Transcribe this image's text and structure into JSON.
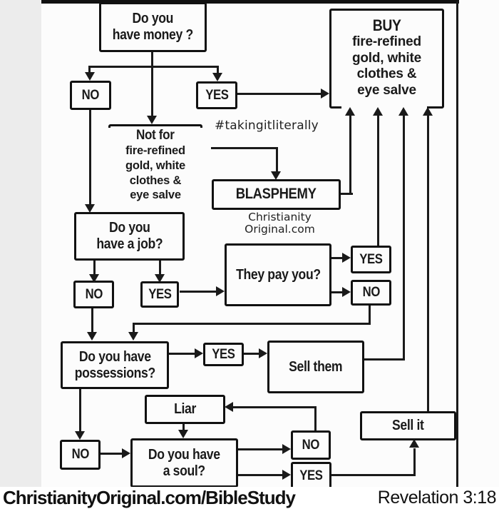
{
  "nodes": {
    "money": "Do you\nhave money ?",
    "money_no": "NO",
    "money_yes": "YES",
    "buy_title": "BUY",
    "buy_items": "fire-refined\ngold, white\nclothes &\neye salve",
    "notfor_title": "Not for",
    "notfor_items": "fire-refined\ngold, white\nclothes &\neye salve",
    "blasphemy": "BLASPHEMY",
    "job": "Do you\nhave a job?",
    "job_no": "NO",
    "job_yes": "YES",
    "pay": "They pay you?",
    "pay_yes": "YES",
    "pay_no": "NO",
    "possessions": "Do you have\npossessions?",
    "possessions_yes": "YES",
    "sell_them": "Sell them",
    "liar": "Liar",
    "possessions_no": "NO",
    "soul": "Do you have\na soul?",
    "soul_no": "NO",
    "soul_yes": "YES",
    "sell_it": "Sell it"
  },
  "annotations": {
    "hashtag": "#takingitliterally",
    "watermark": "Christianity\nOriginal.com"
  },
  "footer": {
    "caption_left": "ChristianityOriginal.com/BibleStudy",
    "caption_right": "Revelation 3:18"
  },
  "colors": {
    "ink": "#1a1a1a",
    "paper": "#fcfcfc",
    "left_strip": "#ececec"
  }
}
